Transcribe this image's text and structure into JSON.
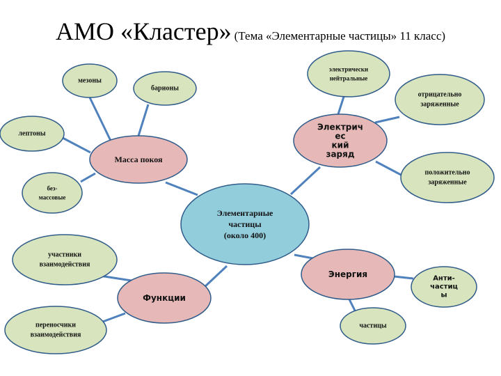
{
  "title": {
    "main": "АМО «Кластер»",
    "sub": "(Тема «Элементарные частицы» 11 класс)"
  },
  "colors": {
    "edge": "#4f81bd",
    "node_stroke": "#2f5b8a",
    "center_fill": "#92cddc",
    "category_fill": "#e6b9b8",
    "leaf_fill": "#d7e4bd"
  },
  "nodes": {
    "center": {
      "lines": [
        "Элементарные",
        "частицы",
        "(около 400)"
      ]
    },
    "mass": {
      "lines": [
        "Масса покоя"
      ]
    },
    "charge": {
      "lines": [
        "Электрич",
        "ес",
        "кий",
        "заряд"
      ]
    },
    "energy": {
      "lines": [
        "Энергия"
      ]
    },
    "functions": {
      "lines": [
        "Функции"
      ]
    },
    "mesons": {
      "lines": [
        "мезоны"
      ]
    },
    "baryons": {
      "lines": [
        "барионы"
      ]
    },
    "leptons": {
      "lines": [
        "лептоны"
      ]
    },
    "massless": {
      "lines": [
        "без-",
        "массовые"
      ]
    },
    "neutral": {
      "lines": [
        "электрически",
        "нейтральные"
      ]
    },
    "negative": {
      "lines": [
        "отрицательно",
        "заряженные"
      ]
    },
    "positive": {
      "lines": [
        "положительно",
        "заряженные"
      ]
    },
    "antiparticles": {
      "lines": [
        "Анти-",
        "частиц",
        "ы"
      ]
    },
    "particles": {
      "lines": [
        "частицы"
      ]
    },
    "participants": {
      "lines": [
        "участники",
        "взаимодействия"
      ]
    },
    "carriers": {
      "lines": [
        "переносчики",
        "взаимодействия"
      ]
    }
  }
}
